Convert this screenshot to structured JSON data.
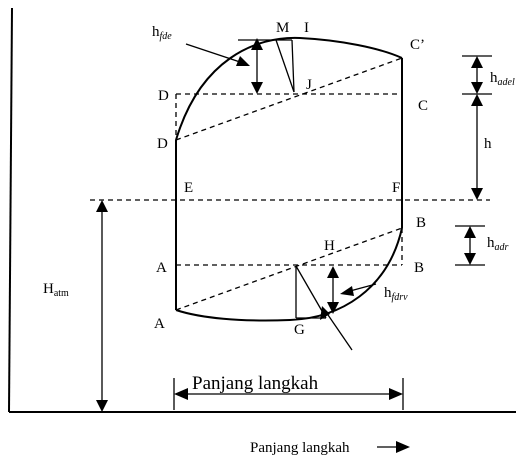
{
  "points": {
    "M": "M",
    "I": "I",
    "C_prime": "C’",
    "J": "J",
    "D_top": "D",
    "C": "C",
    "D_lower": "D",
    "E": "E",
    "F": "F",
    "B_upper": "B",
    "H": "H",
    "A_mid": "A",
    "B_lower": "B",
    "A_low": "A",
    "G": "G"
  },
  "heights": {
    "h_fde": {
      "base": "h",
      "sub": "fde"
    },
    "h_adel": {
      "base": "h",
      "sub": "adel"
    },
    "h": "h",
    "h_adr": {
      "base": "h",
      "sub": "adr"
    },
    "h_fdrv": {
      "base": "h",
      "sub": "fdrv"
    },
    "H_atm": {
      "base": "H",
      "sub": "atm"
    }
  },
  "stroke_label": "Panjang langkah",
  "axis_label": "Panjang langkah"
}
